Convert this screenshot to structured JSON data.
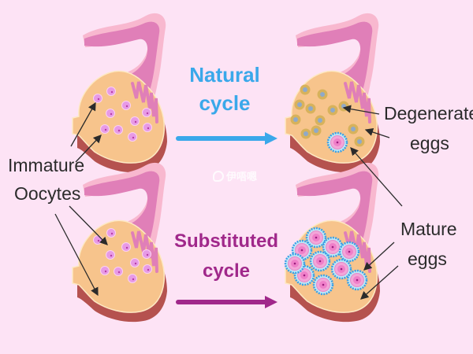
{
  "diagram": {
    "title": "Natural vs substituted ovarian cycle",
    "transitions": [
      {
        "id": "natural",
        "line1": "Natural",
        "line2": "cycle",
        "color": "#3aa8ea"
      },
      {
        "id": "substituted",
        "line1": "Substituted",
        "line2": "cycle",
        "color": "#a0288a"
      }
    ],
    "labels": {
      "immature_line1": "Immature",
      "immature_line2": "Oocytes",
      "degenerated_line1": "Degenerated",
      "degenerated_line2": "eggs",
      "mature_line1": "Mature",
      "mature_line2": "eggs"
    },
    "panels": [
      {
        "id": "natural-before",
        "state": "immature oocytes",
        "egg_count": 10
      },
      {
        "id": "natural-after",
        "state": "degenerated eggs + 1 mature egg",
        "egg_count": 14
      },
      {
        "id": "substituted-before",
        "state": "immature oocytes",
        "egg_count": 10
      },
      {
        "id": "substituted-after",
        "state": "mature eggs",
        "egg_count": 10
      }
    ],
    "watermark": "伊唔嗯",
    "colors": {
      "background": "#fde3f5",
      "ovary": "#f7c48c",
      "ovary_rim": "#b5524f",
      "tube": "#e07fb8",
      "tube_outer": "#f8b8cf",
      "immature_egg": "#e79ae6",
      "degenerated_egg": "#d7b25c",
      "mature_egg_ring": "#3aa0e6",
      "text": "#2b2b2b"
    }
  }
}
